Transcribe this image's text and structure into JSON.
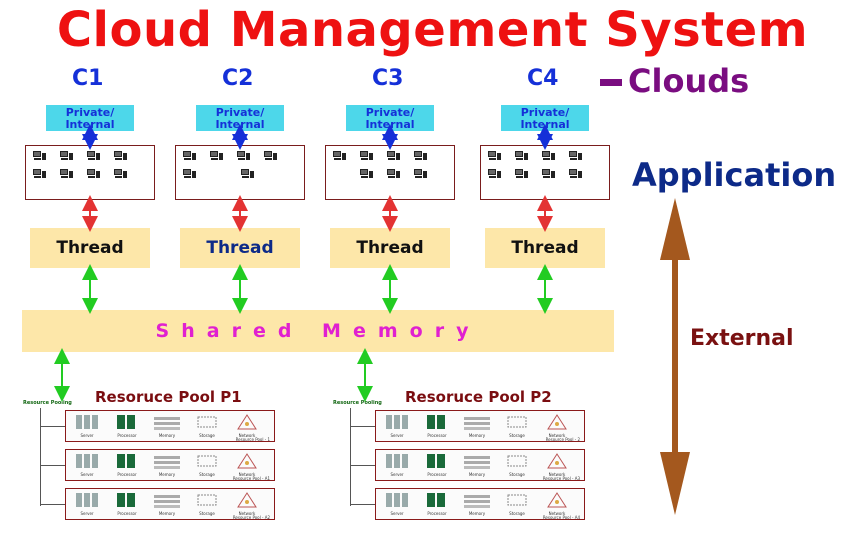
{
  "title": "Cloud Management System",
  "legend": {
    "label": "Clouds"
  },
  "clouds": [
    {
      "name": "C1",
      "private_label": "Private/\nInternal",
      "thread_label": "Thread"
    },
    {
      "name": "C2",
      "private_label": "Private/\nInternal",
      "thread_label": "Thread"
    },
    {
      "name": "C3",
      "private_label": "Private/\nInternal",
      "thread_label": "Thread"
    },
    {
      "name": "C4",
      "private_label": "Private/\nInternal",
      "thread_label": "Thread"
    }
  ],
  "application_label": "Application",
  "external_label": "External",
  "shared_memory_label": "Shared Memory",
  "pools": [
    {
      "title": "Resoruce Pool P1",
      "pooling_label": "Resource Pooling",
      "rows": [
        "Resource Pool - 1",
        "Resource Pool - A1",
        "Resource Pool - A2"
      ]
    },
    {
      "title": "Resoruce Pool P2",
      "pooling_label": "Resource Pooling",
      "rows": [
        "Resource Pool - 2",
        "Resource Pool - A3",
        "Resource Pool - A4"
      ]
    }
  ],
  "resource_types": [
    "Server",
    "Processor",
    "Memory",
    "Storage",
    "Network"
  ],
  "colors": {
    "title": "#ee1111",
    "cloud_label": "#1530d8",
    "legend": "#7a0d80",
    "application": "#0d2a88",
    "external": "#7a1111",
    "external_arrow": "#a4581e",
    "thread_bg": "#fde7a9",
    "private_bg": "#4dd7ea",
    "green_arrow": "#22cc22",
    "red_arrow": "#e33333",
    "shared_text": "#e020d0"
  }
}
